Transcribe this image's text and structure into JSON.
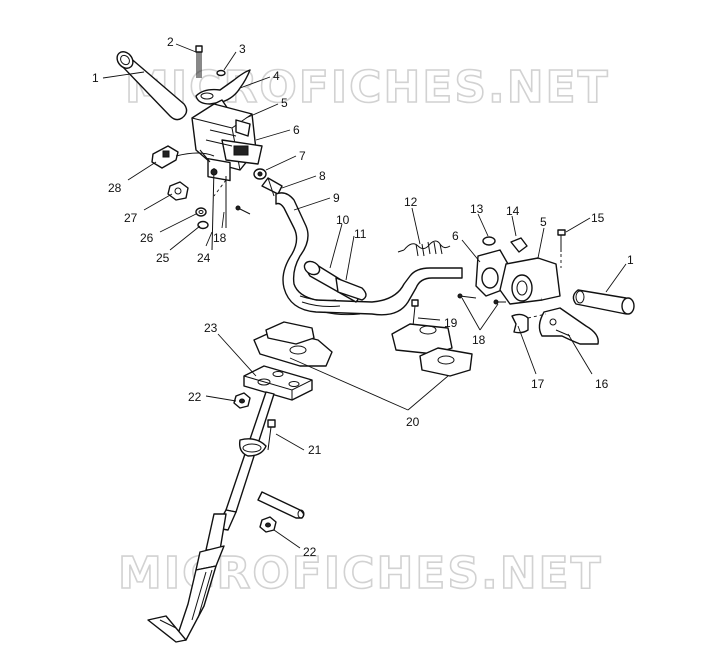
{
  "watermark": {
    "text": "MICROFICHES.NET"
  },
  "callouts": [
    {
      "id": "c1a",
      "label": "1"
    },
    {
      "id": "c2",
      "label": "2"
    },
    {
      "id": "c3",
      "label": "3"
    },
    {
      "id": "c4",
      "label": "4"
    },
    {
      "id": "c5a",
      "label": "5"
    },
    {
      "id": "c6a",
      "label": "6"
    },
    {
      "id": "c7",
      "label": "7"
    },
    {
      "id": "c8",
      "label": "8"
    },
    {
      "id": "c9",
      "label": "9"
    },
    {
      "id": "c10",
      "label": "10"
    },
    {
      "id": "c11",
      "label": "11"
    },
    {
      "id": "c12",
      "label": "12"
    },
    {
      "id": "c13",
      "label": "13"
    },
    {
      "id": "c14",
      "label": "14"
    },
    {
      "id": "c5b",
      "label": "5"
    },
    {
      "id": "c15",
      "label": "15"
    },
    {
      "id": "c6b",
      "label": "6"
    },
    {
      "id": "c1b",
      "label": "1"
    },
    {
      "id": "c28",
      "label": "28"
    },
    {
      "id": "c27",
      "label": "27"
    },
    {
      "id": "c26",
      "label": "26"
    },
    {
      "id": "c25",
      "label": "25"
    },
    {
      "id": "c24",
      "label": "24"
    },
    {
      "id": "c18a",
      "label": "18"
    },
    {
      "id": "c19",
      "label": "19"
    },
    {
      "id": "c18b",
      "label": "18"
    },
    {
      "id": "c17",
      "label": "17"
    },
    {
      "id": "c16",
      "label": "16"
    },
    {
      "id": "c23",
      "label": "23"
    },
    {
      "id": "c22a",
      "label": "22"
    },
    {
      "id": "c20",
      "label": "20"
    },
    {
      "id": "c21",
      "label": "21"
    },
    {
      "id": "c22b",
      "label": "22"
    }
  ]
}
